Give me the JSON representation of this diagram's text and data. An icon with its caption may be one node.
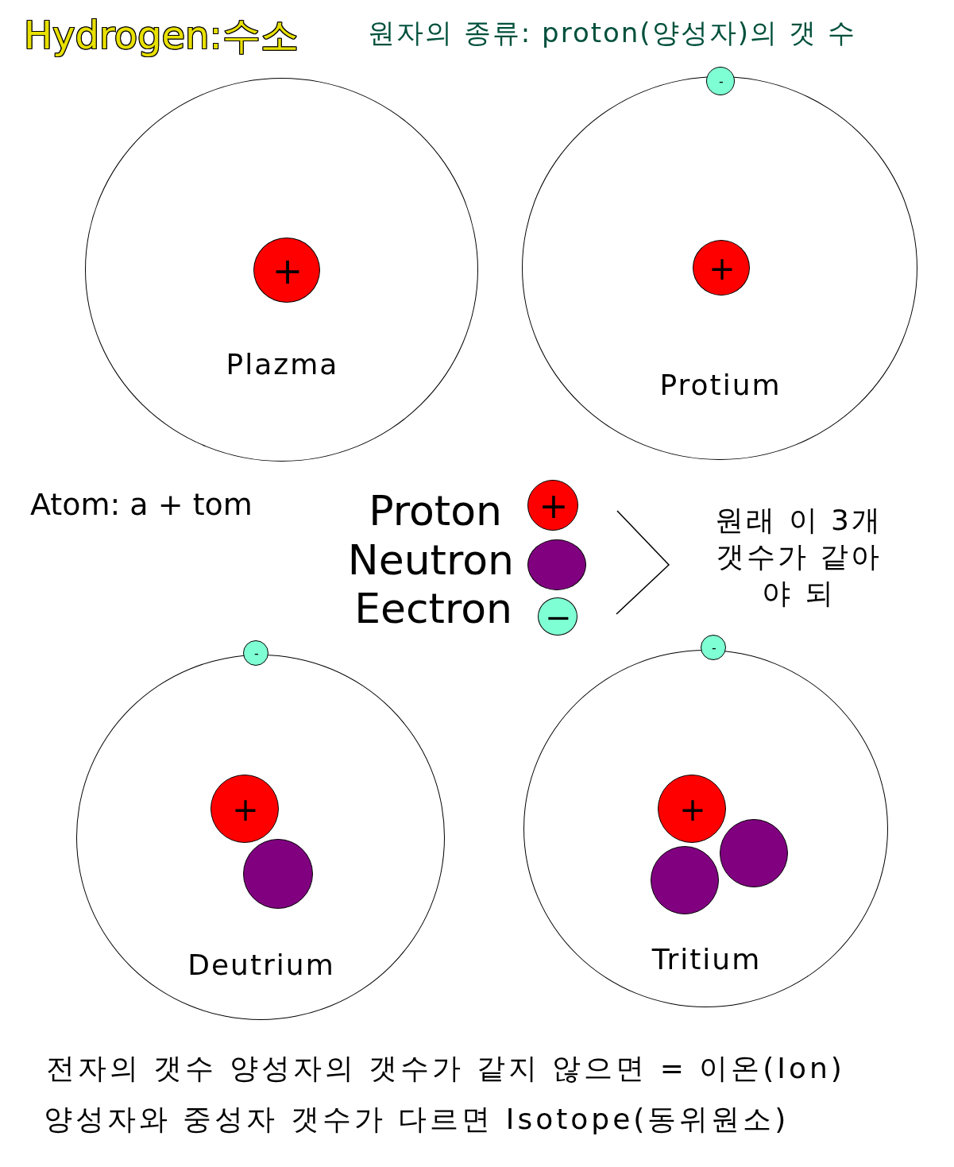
{
  "diagram": {
    "title": "Hydrogen:수소",
    "nodes": [
      {
        "text": [
          "Plazma"
        ]
      },
      {
        "text": [
          "+"
        ],
        "in": 0
      },
      {
        "text": [
          "Protium"
        ]
      },
      {
        "text": [
          "-"
        ]
      },
      {
        "text": [
          "+"
        ],
        "in": 2
      },
      {
        "text": [
          "+"
        ],
        "beside": [
          "Proton"
        ]
      },
      {
        "text": [],
        "shape": "circle",
        "beside": [
          "Neutron"
        ]
      },
      {
        "text": [
          "−"
        ],
        "beside": [
          "Eectron"
        ]
      },
      {
        "text": [
          "Deutrium"
        ]
      },
      {
        "text": [
          "-"
        ]
      },
      {
        "text": [
          "+"
        ],
        "in": 8
      },
      {
        "text": [],
        "shape": "circle",
        "in": 8
      },
      {
        "text": [
          "Tritium"
        ]
      },
      {
        "text": [
          "-"
        ]
      },
      {
        "text": [
          "+"
        ],
        "in": 12
      },
      {
        "text": [],
        "shape": "circle",
        "in": 12
      },
      {
        "text": [],
        "shape": "circle",
        "in": 12
      }
    ],
    "edges": [],
    "labels": [
      "원자의 종류: proton(양성자)의 갯 수",
      "Atom: a + tom",
      "원래 이 3개 갯수가 같아야 되",
      "전자의 갯수 양성자의 갯수가 같지 않으면 = 이온(Ion)",
      "양성자와 중성자 갯수가 다르면 Isotope(동위원소)"
    ]
  }
}
